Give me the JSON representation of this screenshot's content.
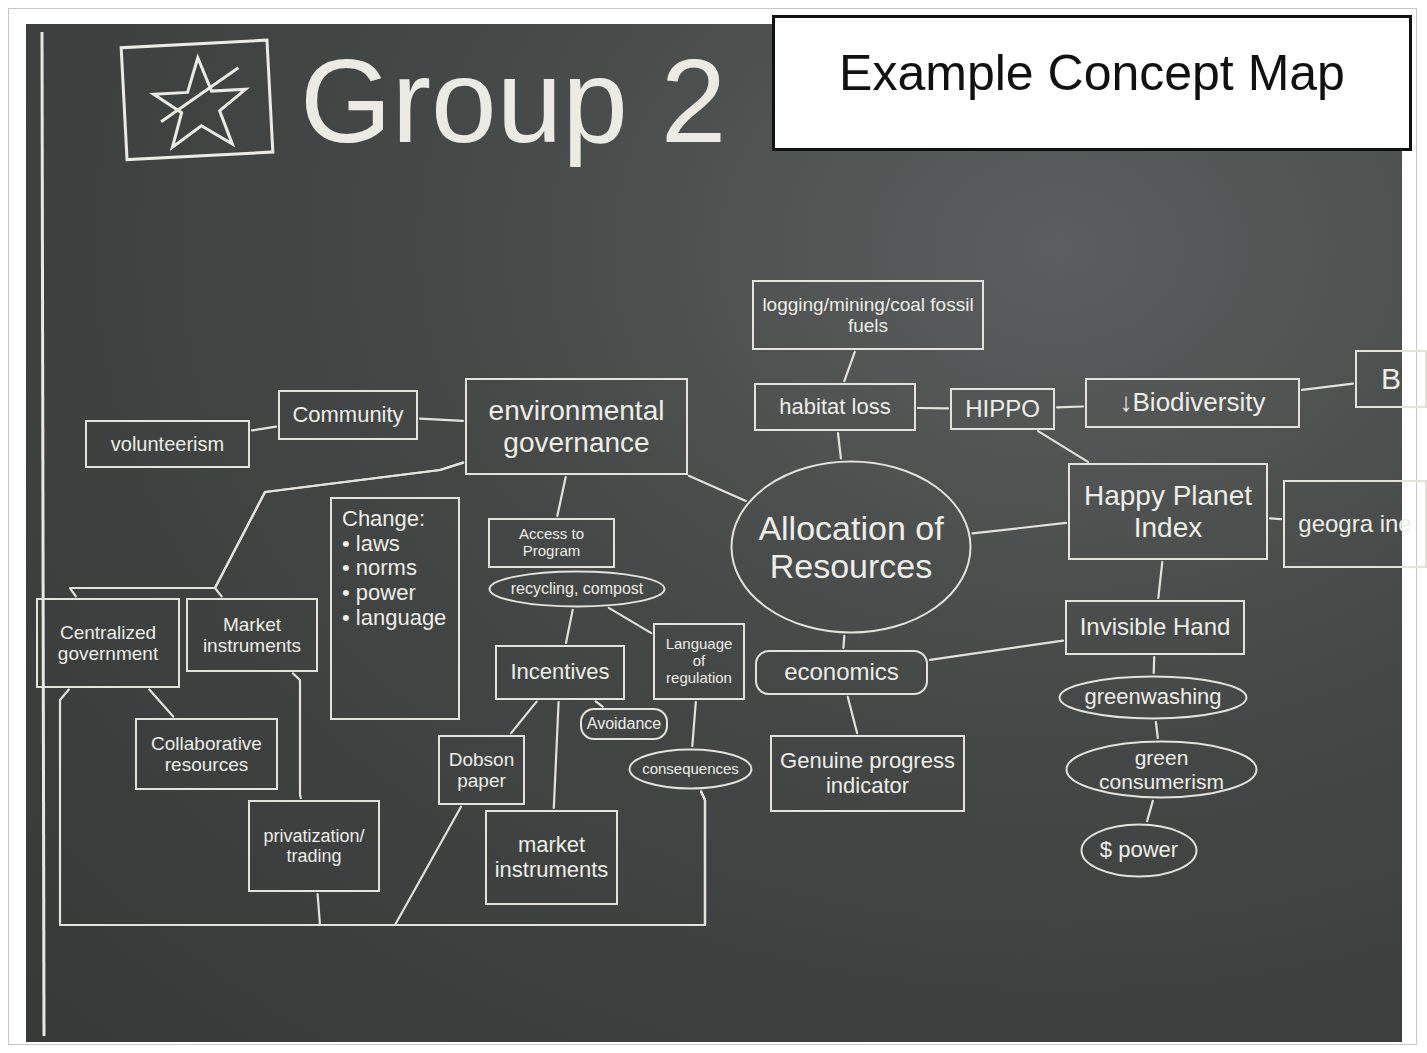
{
  "diagram": {
    "title": "Group 2",
    "nodes": [
      {
        "text": [
          "logging/mining/coal fossil fuels"
        ]
      },
      {
        "text": [
          "volunteerism"
        ]
      },
      {
        "text": [
          "Community"
        ]
      },
      {
        "text": [
          "environmental governance"
        ]
      },
      {
        "text": [
          "habitat loss"
        ]
      },
      {
        "text": [
          "HIPPO"
        ]
      },
      {
        "text": [
          "↓Biodiversity"
        ]
      },
      {
        "text": [
          "B"
        ]
      },
      {
        "text": [
          "Allocation of Resources"
        ]
      },
      {
        "text": [
          "Happy Planet Index"
        ]
      },
      {
        "text": [
          "geogra ine"
        ]
      },
      {
        "text": [
          "Change:",
          "• laws",
          "• norms",
          "• power",
          "• language"
        ]
      },
      {
        "text": [
          "Access to Program"
        ]
      },
      {
        "text": [
          "recycling, compost"
        ]
      },
      {
        "text": [
          "Centralized government"
        ]
      },
      {
        "text": [
          "Market instruments"
        ]
      },
      {
        "text": [
          "Incentives"
        ]
      },
      {
        "text": [
          "Language of regulation"
        ]
      },
      {
        "text": [
          "economics"
        ]
      },
      {
        "text": [
          "Invisible Hand"
        ]
      },
      {
        "text": [
          "Avoidance"
        ]
      },
      {
        "text": [
          "Collaborative resources"
        ]
      },
      {
        "text": [
          "Dobson paper"
        ]
      },
      {
        "text": [
          "consequences"
        ]
      },
      {
        "text": [
          "Genuine progress indicator"
        ]
      },
      {
        "text": [
          "greenwashing"
        ]
      },
      {
        "text": [
          "green consumerism"
        ]
      },
      {
        "text": [
          "privatization/ trading"
        ]
      },
      {
        "text": [
          "market instruments"
        ]
      },
      {
        "text": [
          "$ power"
        ]
      }
    ],
    "edges": [
      {
        "from": 1,
        "to": 2,
        "arrow": "none"
      },
      {
        "from": 2,
        "to": 3,
        "arrow": "none"
      },
      {
        "from": 3,
        "to": 8,
        "arrow": "none"
      },
      {
        "from": 0,
        "to": 4,
        "arrow": "none"
      },
      {
        "from": 4,
        "to": 5,
        "arrow": "none"
      },
      {
        "from": 5,
        "to": 6,
        "arrow": "none"
      },
      {
        "from": 6,
        "to": 7,
        "arrow": "none"
      },
      {
        "from": 4,
        "to": 8,
        "arrow": "none"
      },
      {
        "from": 5,
        "to": 9,
        "arrow": "none"
      },
      {
        "from": 8,
        "to": 9,
        "arrow": "none"
      },
      {
        "from": 9,
        "to": 10,
        "arrow": "none"
      },
      {
        "from": 9,
        "to": 19,
        "arrow": "none"
      },
      {
        "from": 19,
        "to": 18,
        "arrow": "none"
      },
      {
        "from": 19,
        "to": 25,
        "arrow": "none"
      },
      {
        "from": 25,
        "to": 26,
        "arrow": "none"
      },
      {
        "from": 26,
        "to": 29,
        "arrow": "none"
      },
      {
        "from": 8,
        "to": 18,
        "arrow": "none"
      },
      {
        "from": 18,
        "to": 24,
        "arrow": "none"
      },
      {
        "from": 3,
        "to": 12,
        "arrow": "none"
      },
      {
        "from": 13,
        "to": 16,
        "arrow": "none"
      },
      {
        "from": 16,
        "to": 20,
        "arrow": "none"
      },
      {
        "from": 16,
        "to": 22,
        "arrow": "none"
      },
      {
        "from": 16,
        "to": 28,
        "arrow": "none"
      },
      {
        "from": 13,
        "to": 17,
        "arrow": "none"
      },
      {
        "from": 17,
        "to": 23,
        "arrow": "none"
      },
      {
        "from": 3,
        "to": 14,
        "arrow": "none"
      },
      {
        "from": 3,
        "to": 15,
        "arrow": "none"
      },
      {
        "from": 14,
        "to": 21,
        "arrow": "none"
      },
      {
        "from": 15,
        "to": 27,
        "arrow": "none"
      },
      {
        "from": 14,
        "to": 23,
        "arrow": "none"
      },
      {
        "from": 27,
        "to": 23,
        "arrow": "none"
      },
      {
        "from": 22,
        "to": 23,
        "arrow": "none"
      }
    ],
    "labels": [
      "Example Concept Map"
    ]
  }
}
